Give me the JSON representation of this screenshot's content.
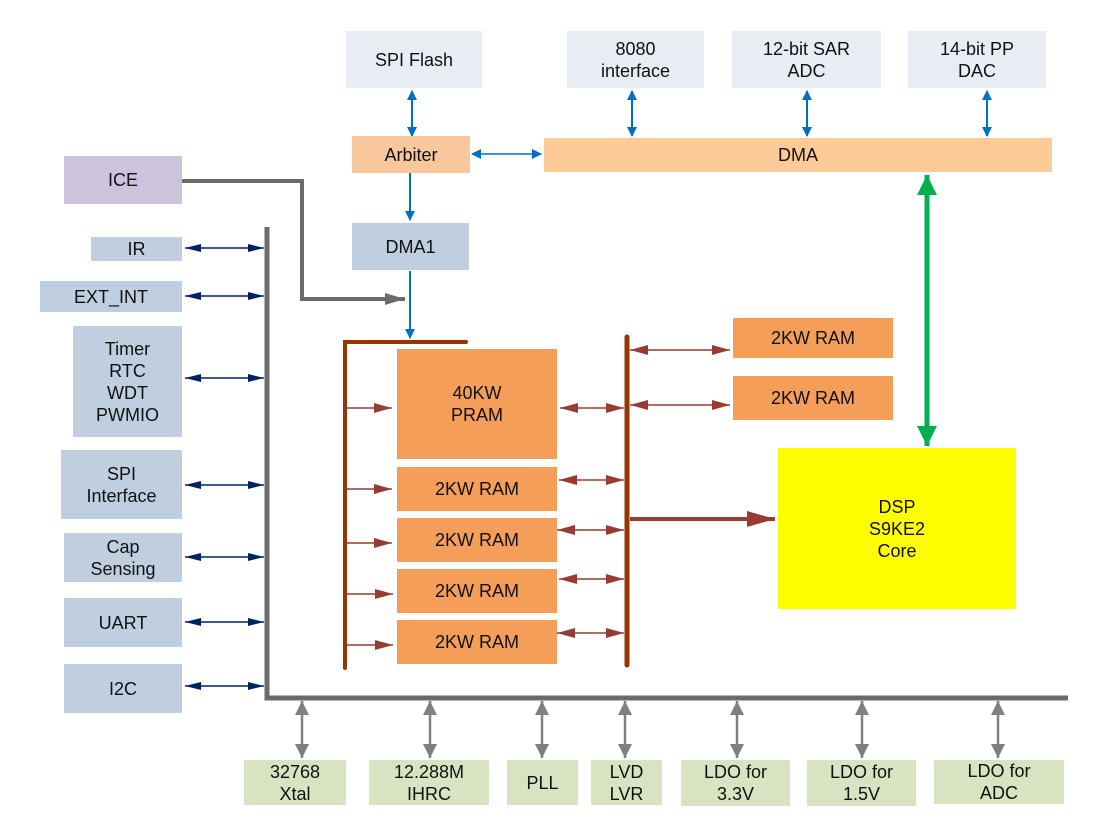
{
  "diagram": {
    "type": "block-diagram",
    "colors": {
      "top_peripheral": "#e8edf4",
      "left_peripheral": "#bfcfe0",
      "ice": "#cec3dc",
      "arbiter": "#f9c79c",
      "dma": "#fdca98",
      "ram": "#f49e5a",
      "dsp_core": "#ffff00",
      "bottom_block": "#d7e3c1",
      "blue_arrow": "#0070c0",
      "navy_arrow": "#002060",
      "brown_bus": "#993300",
      "brown_arrow": "#963c32",
      "gray_bus": "#6b6b6b",
      "green_arrow": "#00b050"
    },
    "top": {
      "spi_flash": "SPI Flash",
      "i8080": "8080\ninterface",
      "adc": "12-bit SAR\nADC",
      "dac": "14-bit PP\nDAC"
    },
    "arbiter": "Arbiter",
    "dma": "DMA",
    "dma1": "DMA1",
    "ice": "ICE",
    "left": {
      "ir": "IR",
      "ext_int": "EXT_INT",
      "timer": "Timer\nRTC\nWDT\nPWMIO",
      "spi": "SPI\nInterface",
      "cap": "Cap\nSensing",
      "uart": "UART",
      "i2c": "I2C"
    },
    "memory": {
      "pram": "40KW\nPRAM",
      "ram_left": [
        "2KW RAM",
        "2KW RAM",
        "2KW RAM",
        "2KW RAM"
      ],
      "ram_right": [
        "2KW RAM",
        "2KW RAM"
      ]
    },
    "dsp": "DSP\nS9KE2\nCore",
    "bottom": {
      "xtal": "32768\nXtal",
      "ihrc": "12.288M\nIHRC",
      "pll": "PLL",
      "lvd": "LVD\nLVR",
      "ldo33": "LDO for\n3.3V",
      "ldo15": "LDO for\n1.5V",
      "ldo_adc": "LDO for\nADC"
    }
  }
}
